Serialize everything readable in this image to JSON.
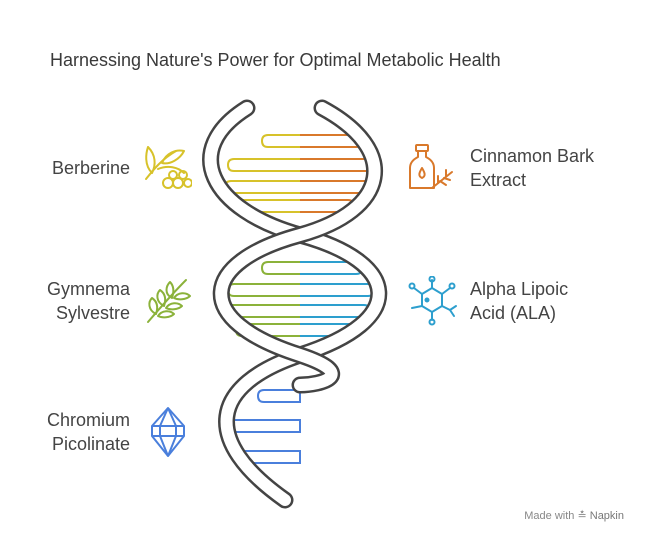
{
  "title": "Harnessing Nature's Power for Optimal Metabolic Health",
  "ingredients": {
    "berberine": {
      "lines": [
        "Berberine"
      ],
      "color": "#d7c22a"
    },
    "cinnamon": {
      "lines": [
        "Cinnamon Bark",
        "Extract"
      ],
      "color": "#d9792b"
    },
    "gymnema": {
      "lines": [
        "Gymnema",
        "Sylvestre"
      ],
      "color": "#8bb23a"
    },
    "ala": {
      "lines": [
        "Alpha Lipoic",
        "Acid (ALA)"
      ],
      "color": "#2d9fce"
    },
    "chromium": {
      "lines": [
        "Chromium",
        "Picolinate"
      ],
      "color": "#4a7fdc"
    }
  },
  "colors": {
    "strand": "#444444"
  },
  "footer": {
    "made_with": "Made with",
    "brand": "Napkin"
  }
}
